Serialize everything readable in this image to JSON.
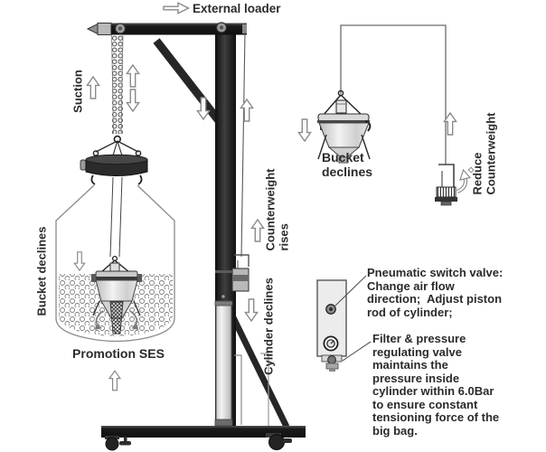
{
  "colors": {
    "background": "#ffffff",
    "frame_dark": "#242424",
    "outline_grey": "#8a8a8a",
    "text": "#2b2b2b",
    "panel_fill": "#ececec"
  },
  "icons": {
    "right_arrow": "⇨",
    "up_arrow": "⇧",
    "down_arrow": "⇩",
    "curved_arrow": "↷"
  },
  "labels": {
    "external_loader": "External loader",
    "suction": "Suction",
    "bucket_declines_left": "Bucket declines",
    "promotion_ses": "Promotion SES",
    "counterweight_rises": "Counterweight\nrises",
    "cylinder_declines": "Cylinder declines",
    "bucket_declines_right": "Bucket\ndeclines",
    "reduce_counterweight": "Reduce\nCounterweight",
    "pneumatic_note": "Pneumatic switch valve:\nChange air flow\ndirection;  Adjust piston\nrod of cylinder;",
    "filter_note": "Filter & pressure\nregulating valve\nmaintains the\npressure inside\ncylinder within 6.0Bar\nto ensure constant\ntensioning force of the\nbig bag."
  }
}
